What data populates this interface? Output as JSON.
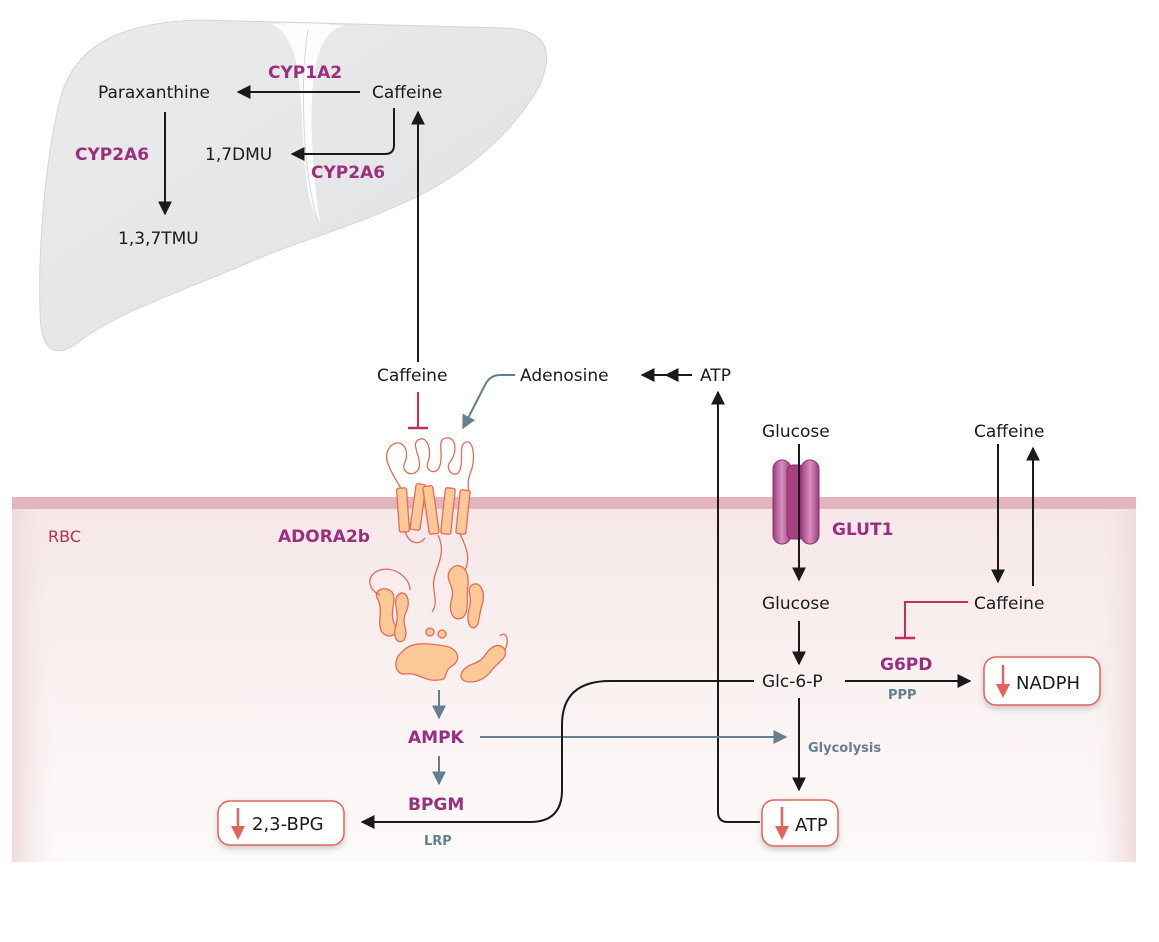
{
  "title": "Caffeine metabolism and effects on red blood cell energy metabolism",
  "colors": {
    "enzyme": "#9b2f7f",
    "pathway": "#637f90",
    "inhibition": "#c0305a",
    "decrease_arrow": "#e2645a",
    "liver_fill": "#e6e7e8",
    "membrane": "#e3b6bd",
    "cell_fill": "#f8eeee",
    "glut1": "#b34f93",
    "adora2b_fill": "#fcc896",
    "adora2b_line": "#e46c5a"
  },
  "liver": {
    "metabolites": {
      "caffeine": "Caffeine",
      "paraxanthine": "Paraxanthine",
      "dmu": "1,7DMU",
      "tmu": "1,3,7TMU"
    },
    "enzymes": {
      "cyp1a2": "CYP1A2",
      "cyp2a6_left": "CYP2A6",
      "cyp2a6_right": "CYP2A6"
    }
  },
  "extracellular": {
    "caffeine_left": "Caffeine",
    "adenosine": "Adenosine",
    "atp": "ATP",
    "glucose": "Glucose",
    "caffeine_right": "Caffeine"
  },
  "rbc": {
    "label": "RBC",
    "receptor": "ADORA2b",
    "transporter": "GLUT1",
    "ampk": "AMPK",
    "bpgm": "BPGM",
    "lrp": "LRP",
    "glucose": "Glucose",
    "caffeine": "Caffeine",
    "g6pd": "G6PD",
    "glc6p": "Glc-6-P",
    "ppp": "PPP",
    "glycolysis": "Glycolysis"
  },
  "outcomes": [
    {
      "id": "bpg",
      "label": "2,3-BPG",
      "trend": "decrease"
    },
    {
      "id": "atp",
      "label": "ATP",
      "trend": "decrease"
    },
    {
      "id": "nadph",
      "label": "NADPH",
      "trend": "decrease"
    }
  ]
}
